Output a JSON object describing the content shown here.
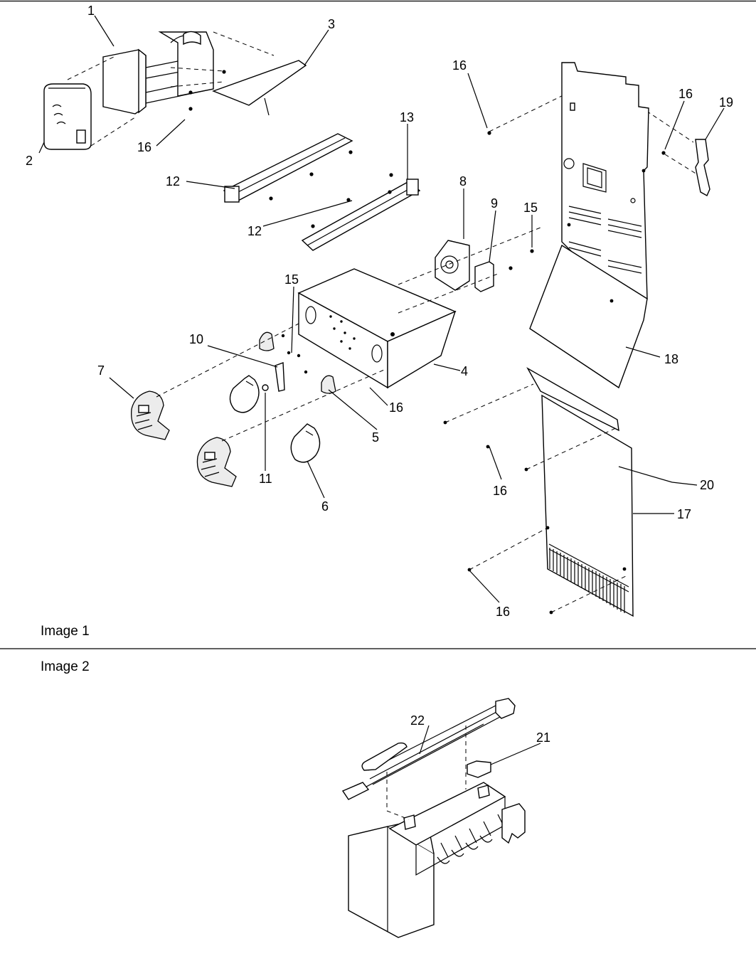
{
  "captions": {
    "image1": "Image 1",
    "image2": "Image 2"
  },
  "callouts": {
    "c1": "1",
    "c2": "2",
    "c3": "3",
    "c4": "4",
    "c5": "5",
    "c6": "6",
    "c7": "7",
    "c8": "8",
    "c9": "9",
    "c10": "10",
    "c11": "11",
    "c12a": "12",
    "c12b": "12",
    "c13": "13",
    "c15a": "15",
    "c15b": "15",
    "c16a": "16",
    "c16b": "16",
    "c16c": "16",
    "c16d": "16",
    "c16e": "16",
    "c16f": "16",
    "c17": "17",
    "c18": "18",
    "c19": "19",
    "c20": "20",
    "c21": "21",
    "c22": "22"
  }
}
